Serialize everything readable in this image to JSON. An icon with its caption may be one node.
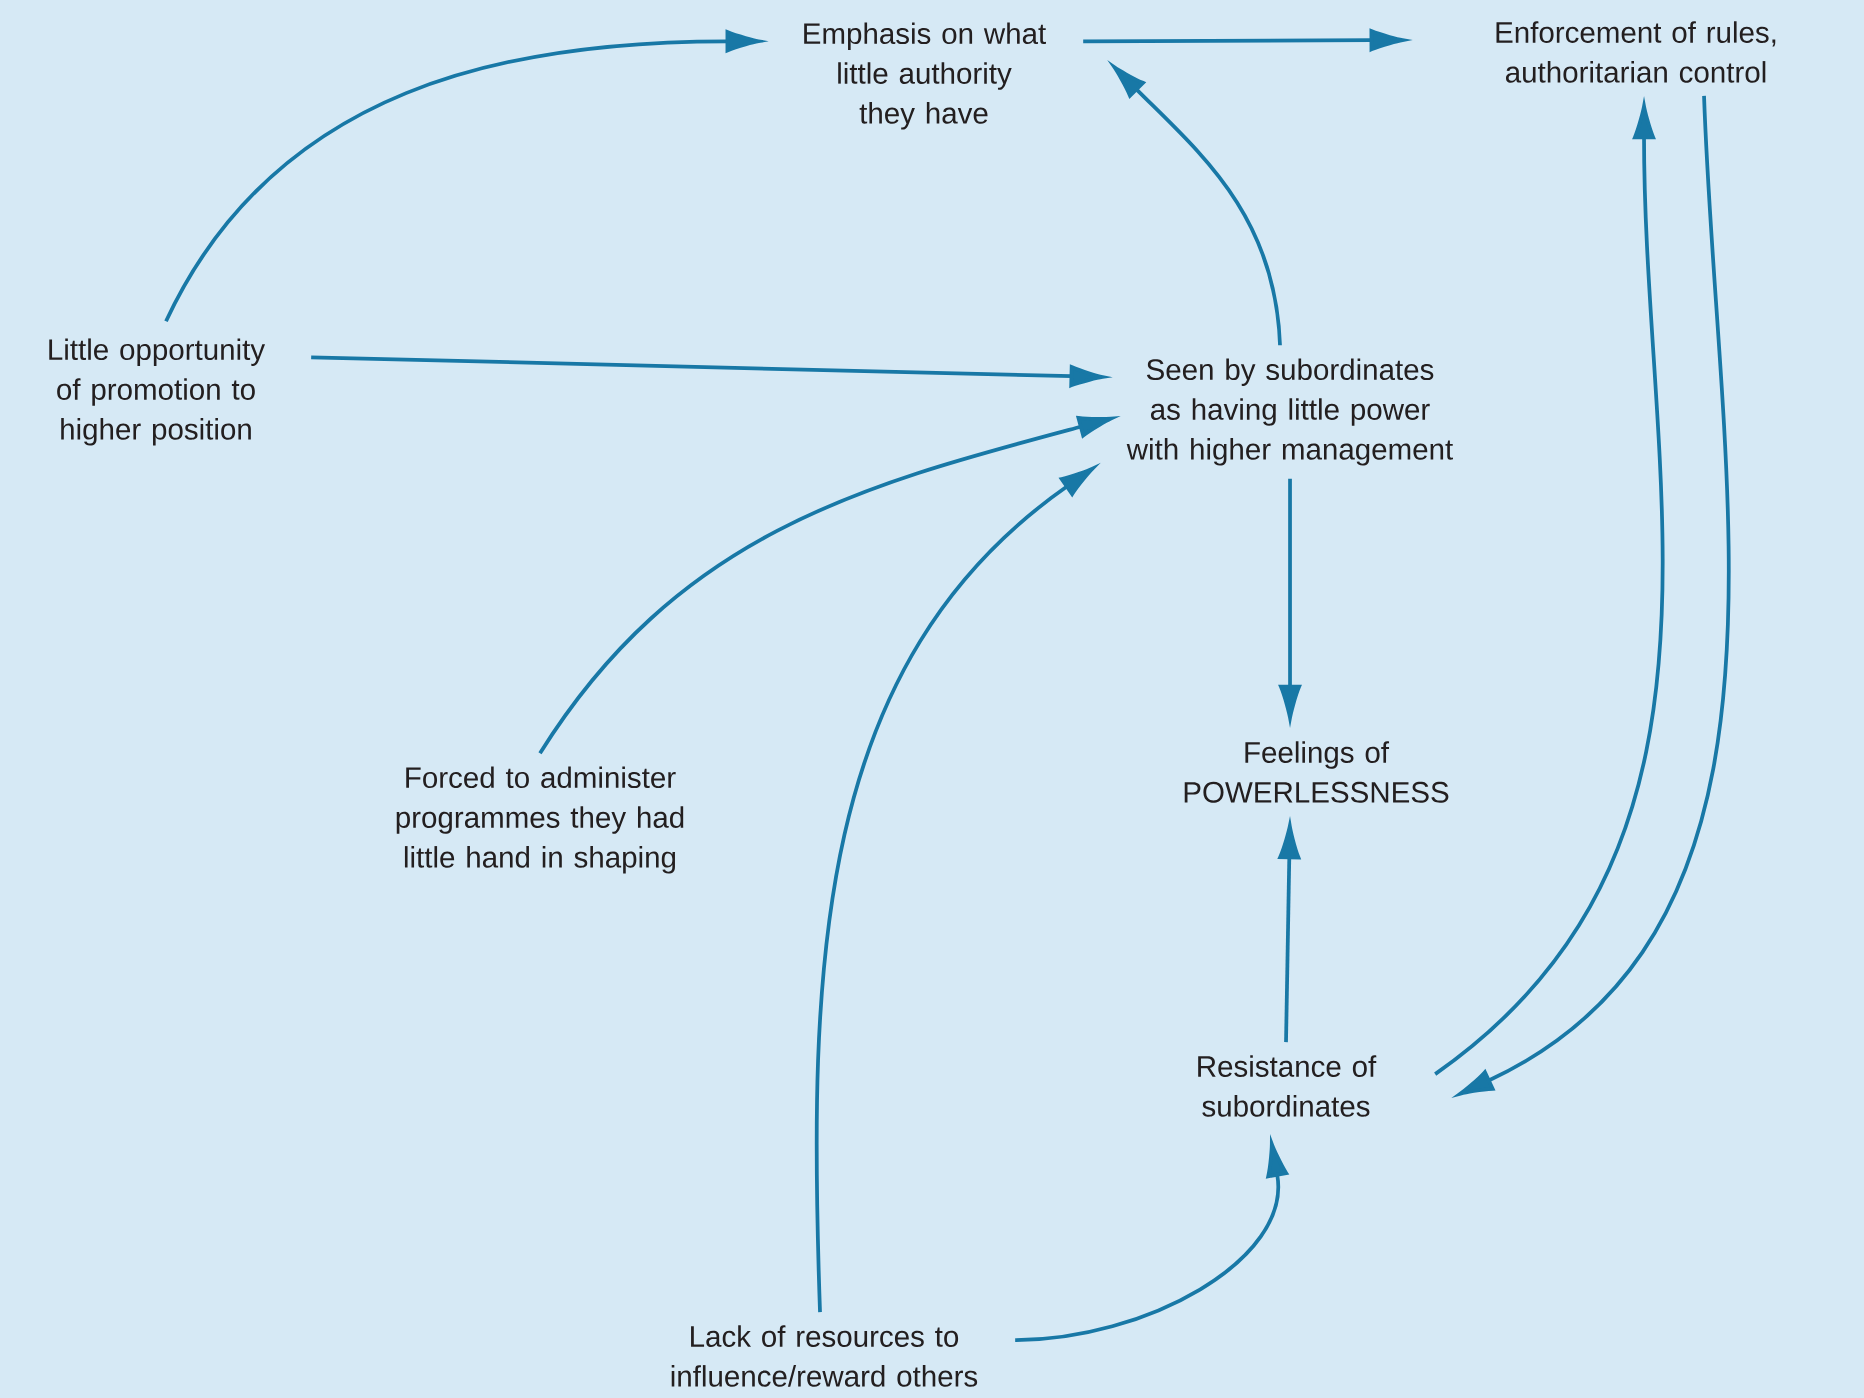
{
  "diagram": {
    "nodes": [
      {
        "text": [
          "Emphasis on what little authority they have"
        ]
      },
      {
        "text": [
          "Enforcement of rules, authoritarian control"
        ]
      },
      {
        "text": [
          "Little opportunity of promotion to higher position"
        ]
      },
      {
        "text": [
          "Seen by subordinates as having little power with higher management"
        ]
      },
      {
        "text": [
          "Forced to administer programmes they had little hand in shaping"
        ]
      },
      {
        "text": [
          "Feelings of POWERLESSNESS"
        ]
      },
      {
        "text": [
          "Resistance of subordinates"
        ]
      },
      {
        "text": [
          "Lack of resources to influence/reward others"
        ]
      }
    ],
    "edges": [
      {
        "from": 2,
        "to": 0,
        "arrow": "to"
      },
      {
        "from": 0,
        "to": 1,
        "arrow": "to"
      },
      {
        "from": 3,
        "to": 0,
        "arrow": "to"
      },
      {
        "from": 2,
        "to": 3,
        "arrow": "to"
      },
      {
        "from": 4,
        "to": 3,
        "arrow": "to"
      },
      {
        "from": 7,
        "to": 3,
        "arrow": "to"
      },
      {
        "from": 3,
        "to": 5,
        "arrow": "to"
      },
      {
        "from": 6,
        "to": 5,
        "arrow": "to"
      },
      {
        "from": 6,
        "to": 1,
        "arrow": "to"
      },
      {
        "from": 1,
        "to": 6,
        "arrow": "to"
      },
      {
        "from": 7,
        "to": 6,
        "arrow": "to"
      }
    ]
  }
}
